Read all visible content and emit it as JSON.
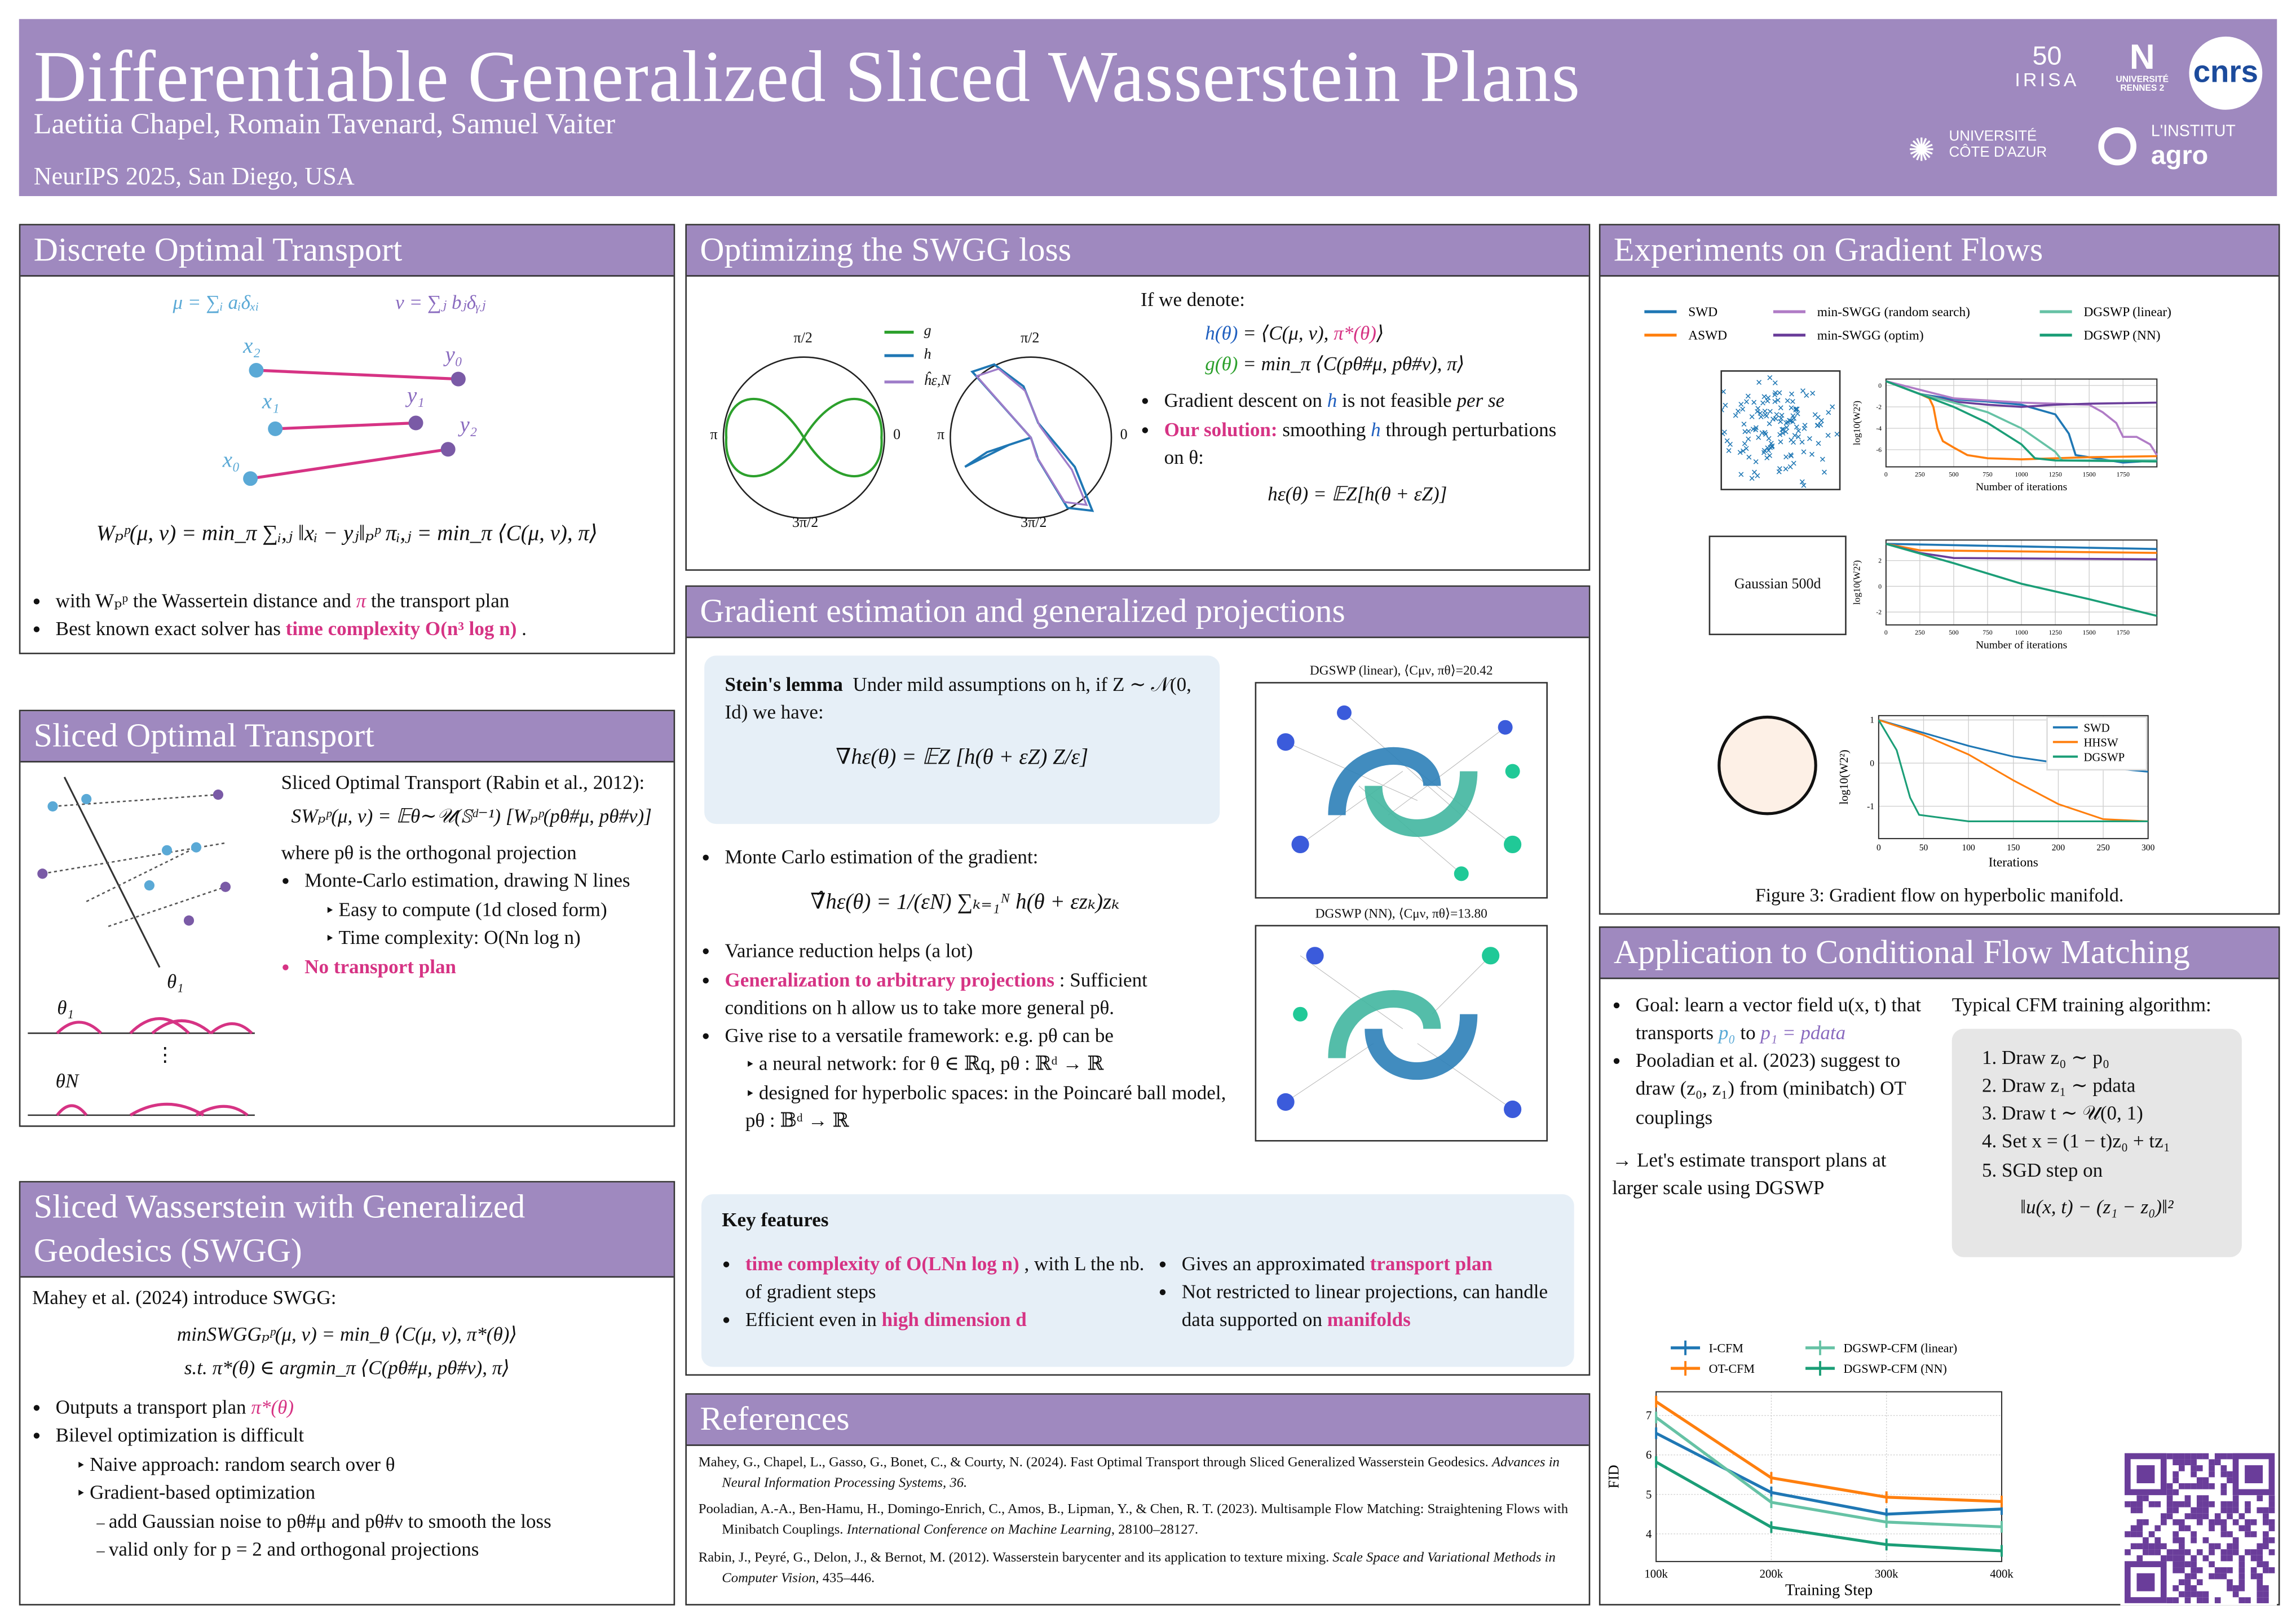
{
  "header": {
    "title": "Differentiable Generalized Sliced Wasserstein Plans",
    "authors": "Laetitia Chapel, Romain Tavenard, Samuel Vaiter",
    "venue": "NeurIPS 2025, San Diego, USA",
    "logos": {
      "irisa": "IRISA",
      "irisa_years": "50",
      "rennes": "UNIVERSITÉ RENNES 2",
      "cnrs": "cnrs",
      "cote_azur_1": "UNIVERSITÉ",
      "cote_azur_2": "CÔTE D'AZUR",
      "agro_1": "L'INSTITUT",
      "agro_2": "agro"
    }
  },
  "discrete": {
    "title": "Discrete Optimal Transport",
    "mu_def": "μ = ∑ᵢ aᵢδₓᵢ",
    "nu_def": "ν = ∑ⱼ bⱼδᵧⱼ",
    "points": {
      "x2": "x₂",
      "x1": "x₁",
      "x0": "x₀",
      "y0": "y₀",
      "y1": "y₁",
      "y2": "y₂"
    },
    "formula": "Wₚᵖ(μ, ν) = min_π ∑ᵢ,ⱼ ‖xᵢ − yⱼ‖ₚᵖ πᵢ,ⱼ = min_π ⟨C(μ, ν), π⟩",
    "bullet1_a": "with Wₚᵖ the Wassertein distance and ",
    "bullet1_pi": "π",
    "bullet1_b": " the transport plan",
    "bullet2_a": "Best known exact solver has ",
    "bullet2_b": "time complexity O(n³ log n)",
    "bullet2_c": " ."
  },
  "sliced": {
    "title": "Sliced Optimal Transport",
    "intro": "Sliced Optimal Transport (Rabin et al., 2012):",
    "formula": "SWₚᵖ(μ, ν) = 𝔼θ∼𝒰(𝕊ᵈ⁻¹) [Wₚᵖ(pθ#μ, pθ#ν)]",
    "where": "where pθ is the orthogonal projection",
    "b1": "Monte-Carlo estimation, drawing N lines",
    "s1": "Easy to compute (1d closed form)",
    "s2": "Time complexity: O(Nn log n)",
    "b2": "No transport plan",
    "theta1": "θ₁",
    "theta1b": "θ₁",
    "thetaN": "θN",
    "dots": "⋮"
  },
  "swgg": {
    "title": "Sliced Wasserstein with Generalized Geodesics (SWGG)",
    "intro": "Mahey et al. (2024) introduce SWGG:",
    "f1": "minSWGGₚᵖ(μ, ν) = min_θ ⟨C(μ, ν), π*(θ)⟩",
    "f2": "s.t. π*(θ) ∈ argmin_π ⟨C(pθ#μ, pθ#ν), π⟩",
    "b1_a": "Outputs a transport plan ",
    "b1_b": "π*(θ)",
    "b2": "Bilevel optimization is difficult",
    "s1": "Naive approach: random search over θ",
    "s2": "Gradient-based optimization",
    "d1": "add Gaussian noise to pθ#μ and pθ#ν to smooth the loss",
    "d2": "valid only for p = 2 and orthogonal projections"
  },
  "optim": {
    "title": "Optimizing the SWGG loss",
    "legend": [
      "g",
      "h",
      "ĥε,N"
    ],
    "polar_labels": {
      "top": "π/2",
      "left": "π",
      "right": "0",
      "bottom": "3π/2"
    },
    "denote": "If we denote:",
    "h_def_a": "h(θ)",
    "h_def_b": " = ⟨C(μ, ν), ",
    "h_def_c": "π*(θ)",
    "h_def_d": "⟩",
    "g_def_a": "g(θ)",
    "g_def_b": " = min_π ⟨C(pθ#μ, pθ#ν), π⟩",
    "b1_a": "Gradient descent on ",
    "b1_h": "h",
    "b1_b": " is not feasible ",
    "b1_c": "per se",
    "b2_a": "Our solution:",
    "b2_b": " smoothing ",
    "b2_h": "h",
    "b2_c": " through perturbations on θ:",
    "heps": "hε(θ) = 𝔼Z[h(θ + εZ)]"
  },
  "gradient": {
    "title": "Gradient estimation and generalized projections",
    "stein_title": "Stein's lemma",
    "stein_text": "Under mild assumptions on h, if Z ∼ 𝒩(0, Id) we have:",
    "stein_formula": "∇hε(θ) = 𝔼Z [h(θ + εZ) Z/ε]",
    "b1": "Monte Carlo estimation of the gradient:",
    "mc_formula": "∇̂hε(θ) = 1/(εN) ∑ₖ₌₁ᴺ h(θ + εzₖ)zₖ",
    "b2": "Variance reduction helps (a lot)",
    "b3_a": "Generalization to arbitrary projections",
    "b3_b": " : Sufficient conditions on h allow us to take more general pθ.",
    "b4": "Give rise to a versatile framework: e.g. pθ can be",
    "s1": "a neural network: for θ ∈ ℝq, pθ : ℝᵈ → ℝ",
    "s2": "designed for hyperbolic spaces: in the Poincaré ball model, pθ : 𝔹ᵈ → ℝ",
    "fig1_caption": "DGSWP (linear), ⟨Cμν, πθ⟩=20.42",
    "fig2_caption": "DGSWP (NN), ⟨Cμν, πθ⟩=13.80",
    "key_title": "Key features",
    "k1_a": "time complexity of O(LNn log n)",
    "k1_b": " , with L the nb. of gradient steps",
    "k2_a": "Efficient even in ",
    "k2_b": "high dimension d",
    "k3_a": "Gives an approximated ",
    "k3_b": "transport plan",
    "k4_a": "Not restricted to linear projections, can handle data supported on ",
    "k4_b": "manifolds"
  },
  "references": {
    "title": "References",
    "items": [
      {
        "main": "Mahey, G., Chapel, L., Gasso, G., Bonet, C., & Courty, N. (2024). Fast Optimal Transport through Sliced Generalized Wasserstein Geodesics. ",
        "venue": "Advances in Neural Information Processing Systems, 36."
      },
      {
        "main": "Pooladian, A.-A., Ben-Hamu, H., Domingo-Enrich, C., Amos, B., Lipman, Y., & Chen, R. T. (2023). Multisample Flow Matching: Straightening Flows with Minibatch Couplings. ",
        "venue": "International Conference on Machine Learning",
        "pages": ", 28100–28127."
      },
      {
        "main": "Rabin, J., Peyré, G., Delon, J., & Bernot, M. (2012). Wasserstein barycenter and its application to texture mixing. ",
        "venue": "Scale Space and Variational Methods in Computer Vision",
        "pages": ", 435–446."
      }
    ]
  },
  "experiments": {
    "title": "Experiments on Gradient Flows",
    "legend": [
      "SWD",
      "ASWD",
      "min-SWGG (random search)",
      "min-SWGG (optim)",
      "DGSWP (linear)",
      "DGSWP (NN)"
    ],
    "gaussian_label": "Gaussian 500d",
    "caption": "Figure 3: Gradient flow on hyperbolic manifold."
  },
  "cfm": {
    "title": "Application to Conditional Flow Matching",
    "b1_a": "Goal: learn a vector field u(x, t) that transports ",
    "b1_p0": "p₀",
    "b1_b": " to ",
    "b1_p1": "p₁ = pdata",
    "b2": "Pooladian et al. (2023) suggest to draw (z₀, z₁) from (minibatch) OT couplings",
    "arrow": "→ Let's estimate transport plans at larger scale using DGSWP",
    "algo_title": "Typical CFM training algorithm:",
    "algo": [
      "Draw z₀ ∼ p₀",
      "Draw z₁ ∼ pdata",
      "Draw t ∼ 𝒰(0, 1)",
      "Set x = (1 − t)z₀ + tz₁",
      "SGD step on"
    ],
    "loss": "‖u(x, t) − (z₁ − z₀)‖²"
  },
  "chart_data": [
    {
      "type": "line",
      "title": "",
      "xlabel": "Number of iterations",
      "ylabel": "log10(W2²)",
      "xlim": [
        0,
        2000
      ],
      "ylim": [
        -7.6,
        0.6
      ],
      "xticks": [
        0,
        250,
        500,
        750,
        1000,
        1250,
        1500,
        1750
      ],
      "yticks": [
        0,
        -2,
        -4,
        -6
      ],
      "series": [
        {
          "name": "SWD",
          "color": "#1f77b4",
          "points": [
            [
              0,
              0.4
            ],
            [
              250,
              -0.8
            ],
            [
              500,
              -1.3
            ],
            [
              750,
              -1.5
            ],
            [
              1000,
              -1.8
            ],
            [
              1250,
              -2.7
            ],
            [
              1350,
              -4.5
            ],
            [
              1400,
              -6.5
            ],
            [
              1750,
              -7.2
            ],
            [
              2000,
              -7.0
            ]
          ]
        },
        {
          "name": "ASWD",
          "color": "#ff7f0e",
          "points": [
            [
              0,
              0.4
            ],
            [
              250,
              -0.8
            ],
            [
              320,
              -1.2
            ],
            [
              350,
              -2
            ],
            [
              380,
              -4
            ],
            [
              420,
              -5.2
            ],
            [
              500,
              -5.8
            ],
            [
              600,
              -6.5
            ],
            [
              750,
              -6.8
            ],
            [
              1000,
              -6.9
            ],
            [
              1500,
              -6.7
            ],
            [
              2000,
              -6.6
            ]
          ]
        },
        {
          "name": "min-SWGG (random search)",
          "color": "#b07cc6",
          "points": [
            [
              0,
              0.4
            ],
            [
              500,
              -1.2
            ],
            [
              1000,
              -1.6
            ],
            [
              1500,
              -1.8
            ],
            [
              1600,
              -2.5
            ],
            [
              1700,
              -3.5
            ],
            [
              1750,
              -4.8
            ],
            [
              1850,
              -4.8
            ],
            [
              1950,
              -5.5
            ],
            [
              2000,
              -6.5
            ]
          ]
        },
        {
          "name": "min-SWGG (optim)",
          "color": "#6a3d9a",
          "points": [
            [
              0,
              0.4
            ],
            [
              250,
              -0.8
            ],
            [
              500,
              -1.5
            ],
            [
              750,
              -1.8
            ],
            [
              1000,
              -2
            ],
            [
              1250,
              -1.8
            ],
            [
              1500,
              -1.7
            ],
            [
              2000,
              -1.6
            ]
          ]
        },
        {
          "name": "DGSWP (linear)",
          "color": "#66c2a5",
          "points": [
            [
              0,
              0.4
            ],
            [
              250,
              -0.8
            ],
            [
              500,
              -1.6
            ],
            [
              750,
              -2.5
            ],
            [
              1000,
              -4
            ],
            [
              1250,
              -6.2
            ],
            [
              1300,
              -7
            ],
            [
              2000,
              -7
            ]
          ]
        },
        {
          "name": "DGSWP (NN)",
          "color": "#1b9e77",
          "points": [
            [
              0,
              0.4
            ],
            [
              250,
              -0.8
            ],
            [
              500,
              -2
            ],
            [
              750,
              -3.5
            ],
            [
              1000,
              -5.5
            ],
            [
              1100,
              -6.8
            ],
            [
              1250,
              -7
            ],
            [
              2000,
              -7.1
            ]
          ]
        }
      ]
    },
    {
      "type": "line",
      "title": "Gaussian 500d",
      "xlabel": "Number of iterations",
      "ylabel": "log10(W2²)",
      "xlim": [
        0,
        2000
      ],
      "ylim": [
        -3,
        3.6
      ],
      "xticks": [
        0,
        250,
        500,
        750,
        1000,
        1250,
        1500,
        1750
      ],
      "yticks": [
        2,
        0,
        -2
      ],
      "series": [
        {
          "name": "SWD",
          "color": "#1f77b4",
          "points": [
            [
              0,
              3.3
            ],
            [
              2000,
              2.9
            ]
          ]
        },
        {
          "name": "ASWD",
          "color": "#ff7f0e",
          "points": [
            [
              0,
              3.3
            ],
            [
              250,
              2.8
            ],
            [
              2000,
              2.6
            ]
          ]
        },
        {
          "name": "min-SWGG (optim)",
          "color": "#6a3d9a",
          "points": [
            [
              0,
              3.3
            ],
            [
              250,
              2.6
            ],
            [
              500,
              2.2
            ],
            [
              2000,
              2.1
            ]
          ]
        },
        {
          "name": "DGSWP (NN)",
          "color": "#1b9e77",
          "points": [
            [
              0,
              3.3
            ],
            [
              500,
              1.8
            ],
            [
              1000,
              0.2
            ],
            [
              1500,
              -1
            ],
            [
              2000,
              -2.3
            ]
          ]
        }
      ]
    },
    {
      "type": "line",
      "title": "Gradient flow on hyperbolic manifold",
      "xlabel": "Iterations",
      "ylabel": "log10(W2²)",
      "xlim": [
        0,
        300
      ],
      "ylim": [
        -1.75,
        1.1
      ],
      "xticks": [
        0,
        50,
        100,
        150,
        200,
        250,
        300
      ],
      "yticks": [
        1,
        0,
        -1
      ],
      "legend": "top-right",
      "series": [
        {
          "name": "SWD",
          "color": "#1f77b4",
          "points": [
            [
              0,
              1
            ],
            [
              50,
              0.7
            ],
            [
              100,
              0.4
            ],
            [
              150,
              0.15
            ],
            [
              200,
              0
            ],
            [
              250,
              -0.1
            ],
            [
              300,
              -0.2
            ]
          ]
        },
        {
          "name": "HHSW",
          "color": "#ff7f0e",
          "points": [
            [
              0,
              1
            ],
            [
              50,
              0.65
            ],
            [
              100,
              0.2
            ],
            [
              150,
              -0.4
            ],
            [
              200,
              -0.95
            ],
            [
              250,
              -1.3
            ],
            [
              300,
              -1.35
            ]
          ]
        },
        {
          "name": "DGSWP",
          "color": "#1b9e77",
          "points": [
            [
              0,
              1
            ],
            [
              20,
              0.3
            ],
            [
              35,
              -0.8
            ],
            [
              45,
              -1.2
            ],
            [
              100,
              -1.35
            ],
            [
              300,
              -1.35
            ]
          ]
        }
      ]
    },
    {
      "type": "line",
      "title": "",
      "xlabel": "Training Step",
      "ylabel": "FID",
      "categories": [
        "100k",
        "200k",
        "300k",
        "400k"
      ],
      "ylim": [
        3.3,
        7.6
      ],
      "yticks": [
        4,
        5,
        6,
        7
      ],
      "grid": true,
      "legend": "top",
      "series": [
        {
          "name": "I-CFM",
          "color": "#1f77b4",
          "values": [
            6.55,
            5.05,
            4.5,
            4.63
          ]
        },
        {
          "name": "OT-CFM",
          "color": "#ff7f0e",
          "values": [
            7.35,
            5.42,
            4.93,
            4.82
          ]
        },
        {
          "name": "DGSWP-CFM (linear)",
          "color": "#66c2a5",
          "values": [
            6.95,
            4.8,
            4.3,
            4.18
          ]
        },
        {
          "name": "DGSWP-CFM (NN)",
          "color": "#1b9e77",
          "values": [
            5.82,
            4.17,
            3.73,
            3.57
          ]
        }
      ]
    }
  ]
}
